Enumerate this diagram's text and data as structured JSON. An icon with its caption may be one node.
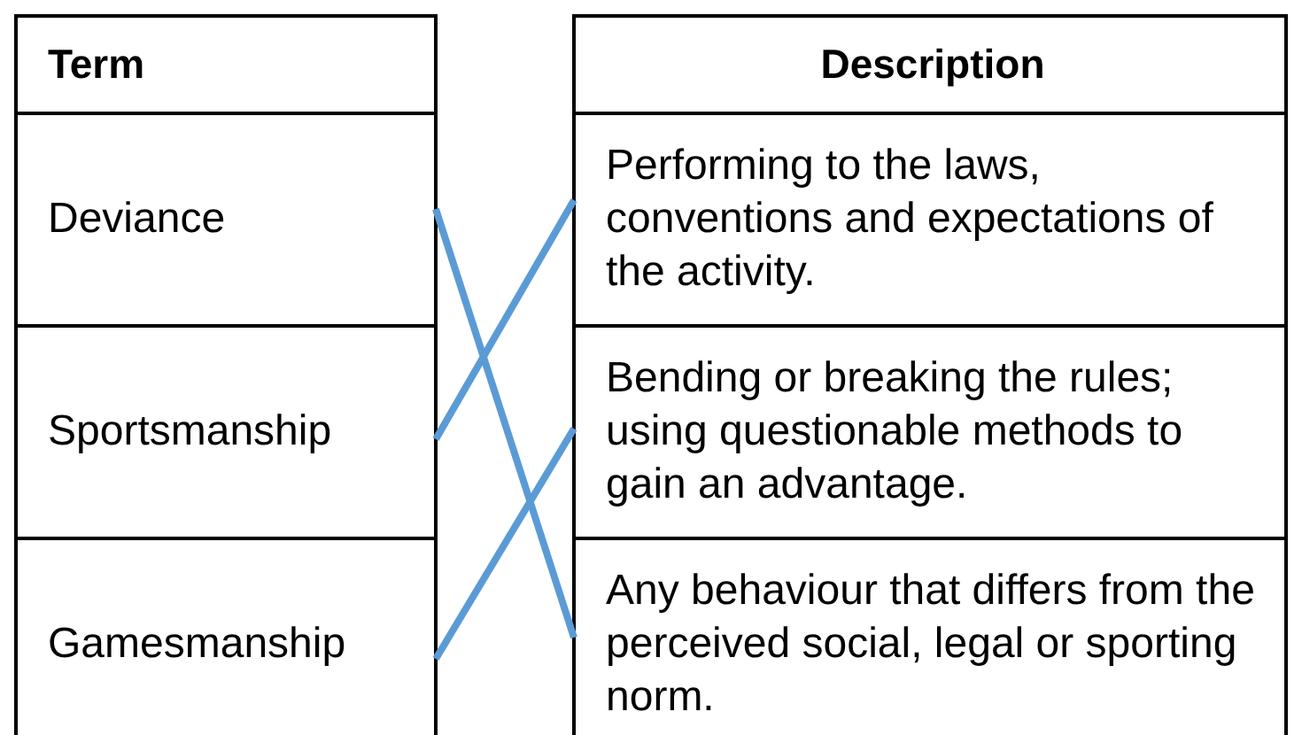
{
  "diagram": {
    "nodes": [
      {
        "text": [
          "Term"
        ]
      },
      {
        "text": [
          "Deviance"
        ]
      },
      {
        "text": [
          "Sportsmanship"
        ]
      },
      {
        "text": [
          "Gamesmanship"
        ]
      },
      {
        "text": [
          "Description"
        ]
      },
      {
        "text": [
          "Performing to the laws, conventions and expectations of the activity."
        ]
      },
      {
        "text": [
          "Bending or breaking the rules; using questionable methods to gain an advantage."
        ]
      },
      {
        "text": [
          "Any behaviour that differs from the perceived social, legal or sporting norm."
        ]
      }
    ],
    "edges": [
      {
        "from": 1,
        "to": 7,
        "arrow": "none"
      },
      {
        "from": 2,
        "to": 5,
        "arrow": "none"
      },
      {
        "from": 3,
        "to": 6,
        "arrow": "none"
      }
    ]
  }
}
